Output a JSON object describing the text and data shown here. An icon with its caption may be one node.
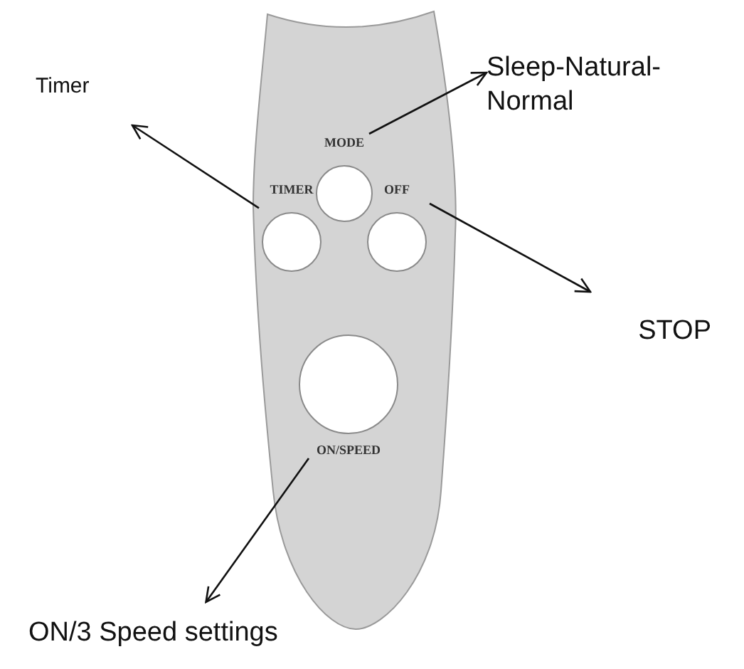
{
  "diagram": {
    "nodes": [
      {
        "text": [],
        "shape": "box"
      },
      {
        "text": [
          "MODE"
        ],
        "in": 0
      },
      {
        "text": [
          "TIMER"
        ],
        "in": 0
      },
      {
        "text": [
          "OFF"
        ],
        "in": 0
      },
      {
        "text": [
          "ON/SPEED"
        ],
        "in": 0
      },
      {
        "text": [
          "Timer"
        ]
      },
      {
        "text": [
          "Sleep-Natural-Normal"
        ]
      },
      {
        "text": [
          "STOP"
        ]
      },
      {
        "text": [
          "ON/3 Speed settings"
        ]
      }
    ],
    "edges": [
      {
        "from": 2,
        "to": 5,
        "arrow": "to"
      },
      {
        "from": 1,
        "to": 6,
        "arrow": "to"
      },
      {
        "from": 3,
        "to": 7,
        "arrow": "to"
      },
      {
        "from": 4,
        "to": 8,
        "arrow": "to"
      }
    ]
  }
}
